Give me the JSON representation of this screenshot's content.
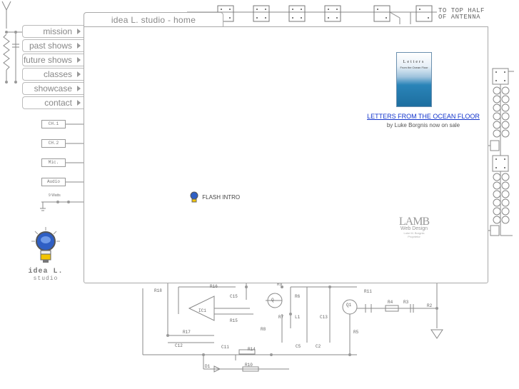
{
  "title_tab": "idea L. studio - home",
  "nav": [
    {
      "label": "mission"
    },
    {
      "label": "past shows"
    },
    {
      "label": "future shows"
    },
    {
      "label": "classes"
    },
    {
      "label": "showcase"
    },
    {
      "label": "contact"
    }
  ],
  "promo": {
    "book_title": "Letters",
    "book_subtitle": "From the Ocean Floor",
    "link": "LETTERS FROM THE OCEAN FLOOR",
    "sub": "by Luke Borgnis now on sale"
  },
  "flash_intro": "FLASH INTRO",
  "lamb": {
    "logo": "LAMB",
    "web_design": "Web Design",
    "credit_line1": "Luke M. Borgnis",
    "credit_line2": "Proprietor"
  },
  "left_boxes": [
    "CH.1",
    "CH.2",
    "Mic.",
    "Audio"
  ],
  "watts": "9 Watts",
  "logo": {
    "name": "idea L.",
    "sub": "studio"
  },
  "antenna": {
    "line1": "TO TOP HALF",
    "line2": "OF ANTENNA"
  },
  "circuit_labels": {
    "r18": "R18",
    "c12": "C12",
    "r17": "R17",
    "r16": "R16",
    "r15": "R15",
    "r14": "R14",
    "c15": "C15",
    "r9": "R9",
    "q": "Q",
    "r8": "R8",
    "r7": "R7",
    "r6": "R6",
    "l1": "L1",
    "c13": "C13",
    "r5": "R5",
    "c5": "C5",
    "c2": "C2",
    "q1": "Q1",
    "r4": "R4",
    "r3": "R3",
    "r2": "R2",
    "d1": "D1",
    "r10": "R10",
    "r11": "R11",
    "c11": "C11",
    "ic1": "IC1"
  }
}
